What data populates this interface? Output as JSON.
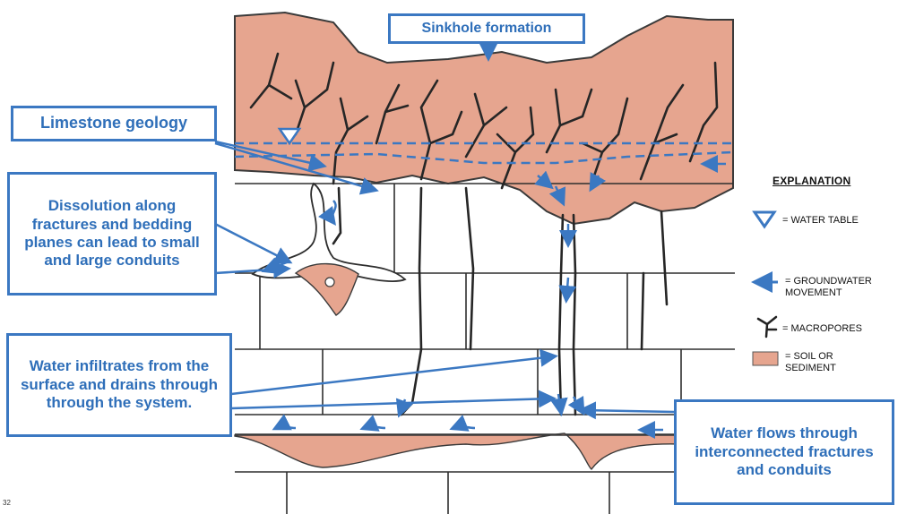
{
  "callouts": {
    "sinkhole": "Sinkhole formation",
    "limestone": "Limestone geology",
    "dissolution": "Dissolution along fractures and bedding planes can lead to small and large conduits",
    "infiltration": "Water infiltrates from the surface and drains through through the system.",
    "flow": "Water flows through interconnected fractures and conduits"
  },
  "legend": {
    "title": "EXPLANATION",
    "items": [
      {
        "icon": "water-table-triangle-icon",
        "label": "= WATER TABLE"
      },
      {
        "icon": "groundwater-arrow-icon",
        "label": "= GROUNDWATER MOVEMENT"
      },
      {
        "icon": "macropore-icon",
        "label": "= MACROPORES"
      },
      {
        "icon": "soil-swatch-icon",
        "label": "= SOIL OR SEDIMENT"
      }
    ]
  },
  "page_number": "32",
  "colors": {
    "callout_blue": "#3b78c2",
    "soil": "#e6a58f",
    "fracture": "#2a2a2a"
  }
}
